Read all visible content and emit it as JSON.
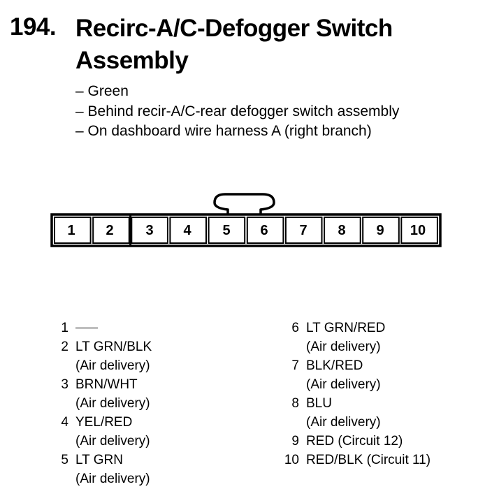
{
  "heading": {
    "number": "194.",
    "title_line1": "Recirc-A/C-Defogger Switch",
    "title_line2": "Assembly"
  },
  "notes": [
    "– Green",
    "– Behind recir-A/C-rear defogger switch assembly",
    "– On dashboard wire harness A (right branch)"
  ],
  "connector": {
    "pins": [
      "1",
      "2",
      "3",
      "4",
      "5",
      "6",
      "7",
      "8",
      "9",
      "10"
    ]
  },
  "legend": {
    "left": [
      {
        "num": "1",
        "line1": "",
        "line2": "",
        "unused": true
      },
      {
        "num": "2",
        "line1": "LT GRN/BLK",
        "line2": "(Air delivery)"
      },
      {
        "num": "3",
        "line1": "BRN/WHT",
        "line2": "(Air delivery)"
      },
      {
        "num": "4",
        "line1": "YEL/RED",
        "line2": "(Air delivery)"
      },
      {
        "num": "5",
        "line1": "LT GRN",
        "line2": "(Air delivery)"
      }
    ],
    "right": [
      {
        "num": "6",
        "line1": "LT GRN/RED",
        "line2": "(Air delivery)"
      },
      {
        "num": "7",
        "line1": "BLK/RED",
        "line2": "(Air delivery)"
      },
      {
        "num": "8",
        "line1": "BLU",
        "line2": "(Air delivery)"
      },
      {
        "num": "9",
        "line1": "RED (Circuit 12)",
        "line2": ""
      },
      {
        "num": "10",
        "line1": "RED/BLK (Circuit 11)",
        "line2": ""
      }
    ]
  }
}
